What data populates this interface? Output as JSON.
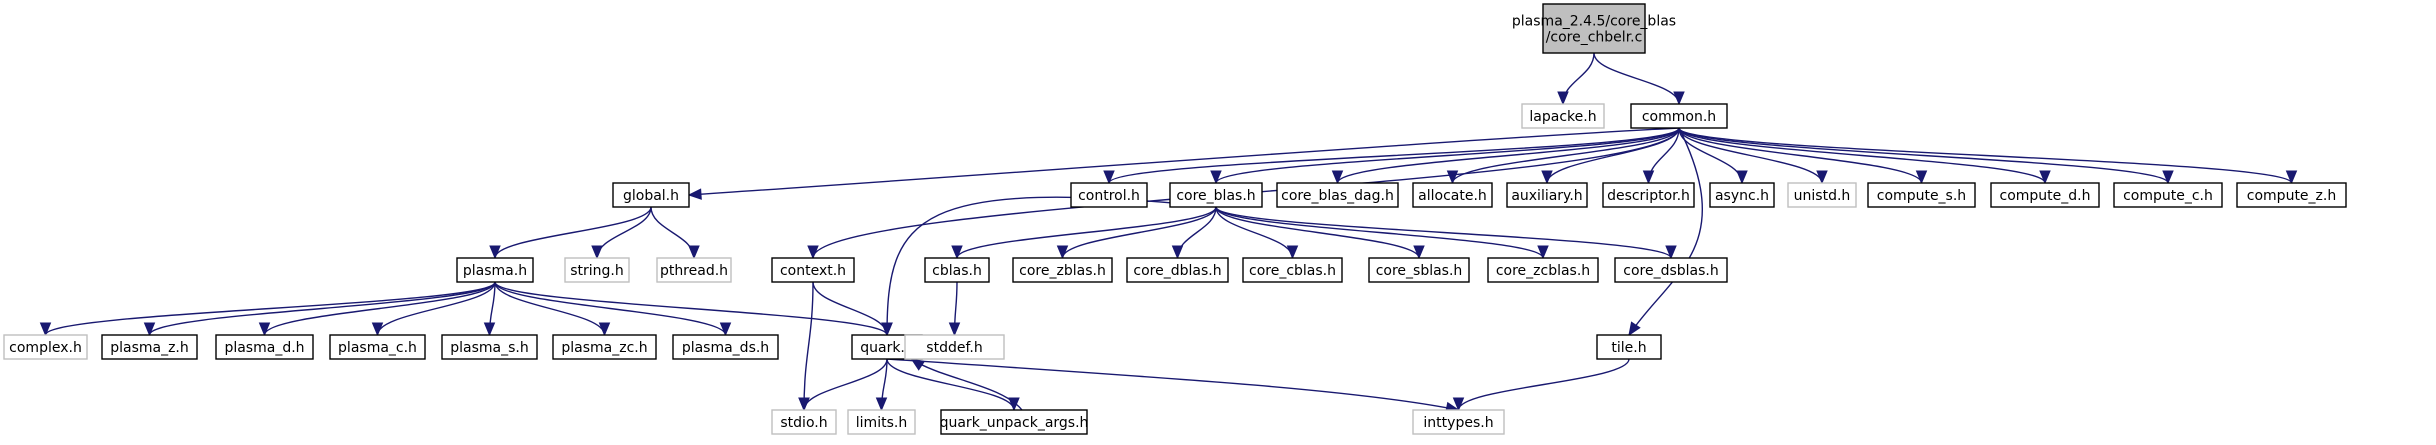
{
  "nodes": {
    "root": [
      "plasma_2.4.5/core_blas",
      "/core_chbelr.c"
    ],
    "lapacke": "lapacke.h",
    "common": "common.h",
    "global": "global.h",
    "control": "control.h",
    "core_blas": "core_blas.h",
    "core_blas_dag": "core_blas_dag.h",
    "allocate": "allocate.h",
    "auxiliary": "auxiliary.h",
    "descriptor": "descriptor.h",
    "async": "async.h",
    "unistd": "unistd.h",
    "compute_s": "compute_s.h",
    "compute_d": "compute_d.h",
    "compute_c": "compute_c.h",
    "compute_z": "compute_z.h",
    "plasma": "plasma.h",
    "string": "string.h",
    "pthread": "pthread.h",
    "context": "context.h",
    "cblas": "cblas.h",
    "core_zblas": "core_zblas.h",
    "core_dblas": "core_dblas.h",
    "core_cblas": "core_cblas.h",
    "core_sblas": "core_sblas.h",
    "core_zcblas": "core_zcblas.h",
    "core_dsblas": "core_dsblas.h",
    "complex": "complex.h",
    "plasma_z": "plasma_z.h",
    "plasma_d": "plasma_d.h",
    "plasma_c": "plasma_c.h",
    "plasma_s": "plasma_s.h",
    "plasma_zc": "plasma_zc.h",
    "plasma_ds": "plasma_ds.h",
    "quark": "quark.h",
    "stddef": "stddef.h",
    "tile": "tile.h",
    "stdio": "stdio.h",
    "limits": "limits.h",
    "quark_unpack_args": "quark_unpack_args.h",
    "inttypes": "inttypes.h"
  },
  "colors": {
    "edge": "#191970",
    "root_fill": "#bfbfbf",
    "node_border": "#000000",
    "system_border": "#bfbfbf",
    "system_text": "#808080"
  }
}
